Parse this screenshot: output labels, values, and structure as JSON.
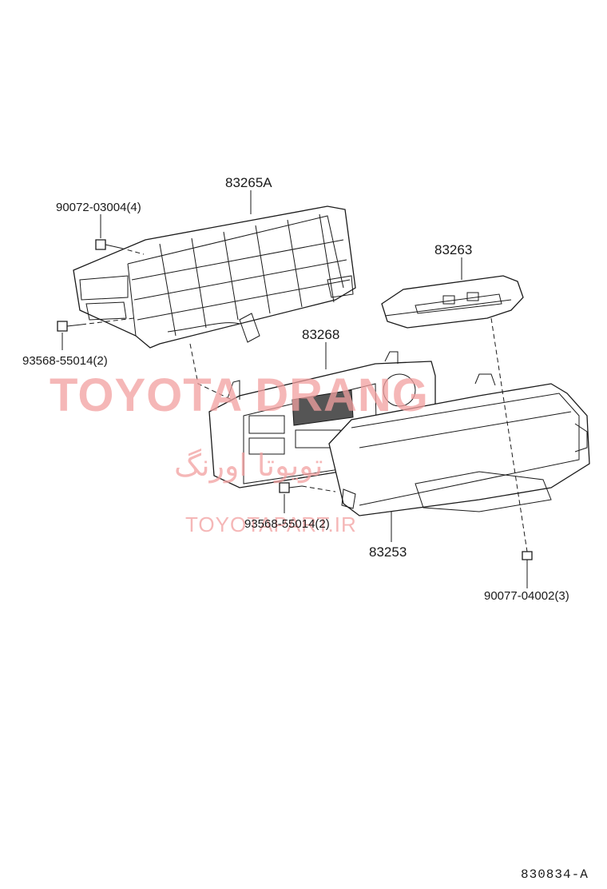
{
  "diagram": {
    "parts": [
      {
        "number": "83265A"
      },
      {
        "number": "90072-03004(4)"
      },
      {
        "number": "93568-55014(2)"
      },
      {
        "number": "83263"
      },
      {
        "number": "83268"
      },
      {
        "number": "93568-55014(2)"
      },
      {
        "number": "83253"
      },
      {
        "number": "90077-04002(3)"
      }
    ],
    "watermark": {
      "brand": "TOYOTA DRANG",
      "persian": "تویوتا اورنگ",
      "url": "TOYOTAPART.IR"
    },
    "figure_code": "830834-A"
  }
}
